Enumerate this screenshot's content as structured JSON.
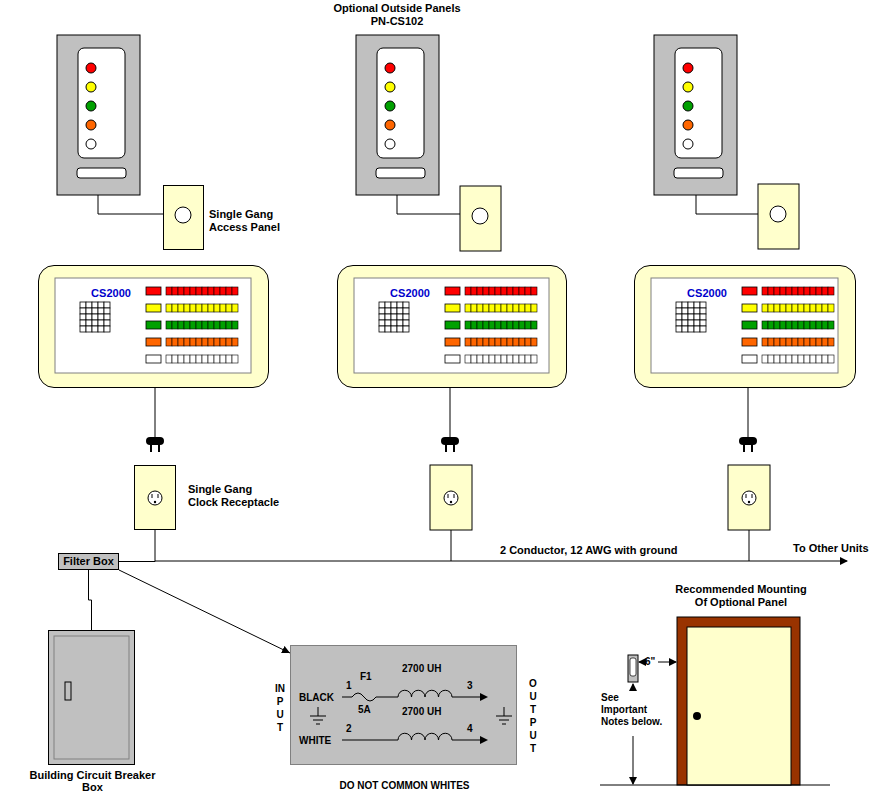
{
  "diagram": {
    "title": "Optional Outside Panels PN-CS102",
    "nodes": [
      {
        "text": [
          "Single Gang Access Panel"
        ]
      },
      {
        "text": [
          "CS2000"
        ]
      },
      {
        "text": [
          "CS2000"
        ]
      },
      {
        "text": [
          "CS2000"
        ]
      },
      {
        "text": [
          "Single Gang Clock Receptacle"
        ]
      },
      {
        "text": [
          "Filter Box"
        ]
      },
      {
        "text": [
          "Building Circuit Breaker Box"
        ]
      },
      {
        "text": [
          "INPUT",
          "BLACK",
          "1",
          "F1",
          "5A",
          "2700 UH",
          "3",
          "WHITE",
          "2",
          "2700 UH",
          "4",
          "OUTPUT",
          "DO NOT COMMON WHITES"
        ]
      }
    ],
    "edges": [
      {
        "from": 5,
        "to": 4,
        "arrow": "none"
      },
      {
        "from": 5,
        "to": 6,
        "arrow": "none"
      },
      {
        "from": 5,
        "to": 7,
        "arrow": "to"
      }
    ],
    "labels": [
      "2 Conductor, 12 AWG with ground",
      "To Other Units",
      "Recommended Mounting Of Optional Panel",
      "6\"",
      "See Important Notes below."
    ]
  }
}
